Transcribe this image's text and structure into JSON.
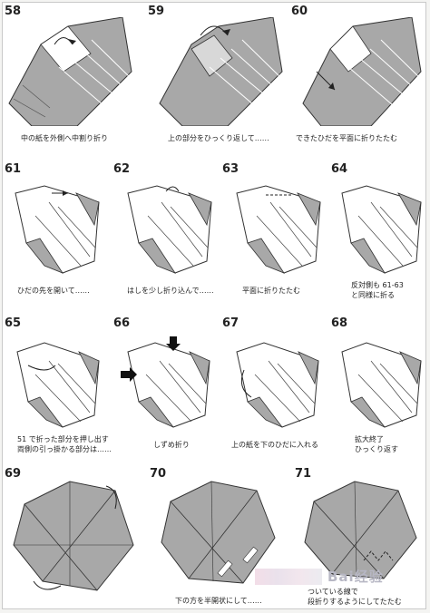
{
  "steps": [
    {
      "number": "58",
      "caption": [
        "中の紙を外側へ中割り折り"
      ]
    },
    {
      "number": "59",
      "caption": [
        "上の部分をひっくり返して……"
      ]
    },
    {
      "number": "60",
      "caption": [
        "できたひだを平面に折りたたむ"
      ]
    },
    {
      "number": "61",
      "caption": [
        "ひだの先を開いて……"
      ]
    },
    {
      "number": "62",
      "caption": [
        "はしを少し折り込んで……"
      ]
    },
    {
      "number": "63",
      "caption": [
        "平面に折りたたむ"
      ]
    },
    {
      "number": "64",
      "caption": [
        "反対側も 61-63",
        "と同様に折る"
      ]
    },
    {
      "number": "65",
      "caption": [
        "51 で折った部分を押し出す",
        "両側の引っ掛かる部分は……"
      ]
    },
    {
      "number": "66",
      "caption": [
        "しずめ折り"
      ]
    },
    {
      "number": "67",
      "caption": [
        "上の紙を下のひだに入れる"
      ]
    },
    {
      "number": "68",
      "caption": [
        "拡大終了",
        "ひっくり返す"
      ]
    },
    {
      "number": "69",
      "caption": []
    },
    {
      "number": "70",
      "caption": [
        "下の方を半開状にして……"
      ]
    },
    {
      "number": "71",
      "caption": [
        "ついている線で",
        "段折りするようにしてたたむ"
      ]
    }
  ],
  "watermark": {
    "text": "Bai经验"
  },
  "colors": {
    "paper_fill": "#a8a8a8",
    "line": "#333333",
    "caption": "#222222"
  }
}
